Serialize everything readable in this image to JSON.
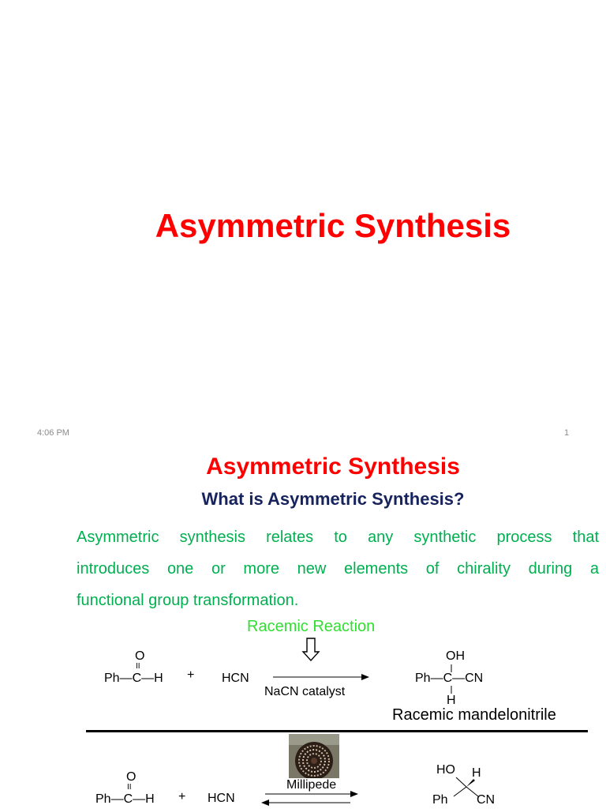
{
  "slide1": {
    "title": "Asymmetric Synthesis"
  },
  "footer": {
    "time": "4:06 PM",
    "page": "1"
  },
  "slide2": {
    "title": "Asymmetric Synthesis",
    "subtitle": "What is Asymmetric Synthesis?",
    "body_lines": [
      "Asymmetric synthesis relates to any synthetic process that",
      "introduces one or more new elements of chirality during a",
      "functional group transformation."
    ],
    "reaction1": {
      "label": "Racemic Reaction",
      "reactant_o": "O",
      "reactant_double_bond": "II",
      "reactant_formula": "Ph—C—H",
      "plus": "+",
      "reagent": "HCN",
      "catalyst": "NaCN catalyst",
      "product_top": "OH",
      "product_formula": "Ph—C—CN",
      "product_bottom": "H",
      "product_name": "Racemic mandelonitrile"
    },
    "reaction2": {
      "catalyst": "Millipede",
      "reactant_o": "O",
      "reactant_double_bond": "II",
      "reactant_formula": "Ph—C—H",
      "plus": "+",
      "reagent": "HCN",
      "product_ho": "HO",
      "product_h": "H",
      "product_ph": "Ph",
      "product_cn": "CN"
    }
  },
  "colors": {
    "title_red": "#ff0000",
    "subtitle_navy": "#16235c",
    "body_green": "#00b050",
    "label_green": "#33dd33"
  }
}
